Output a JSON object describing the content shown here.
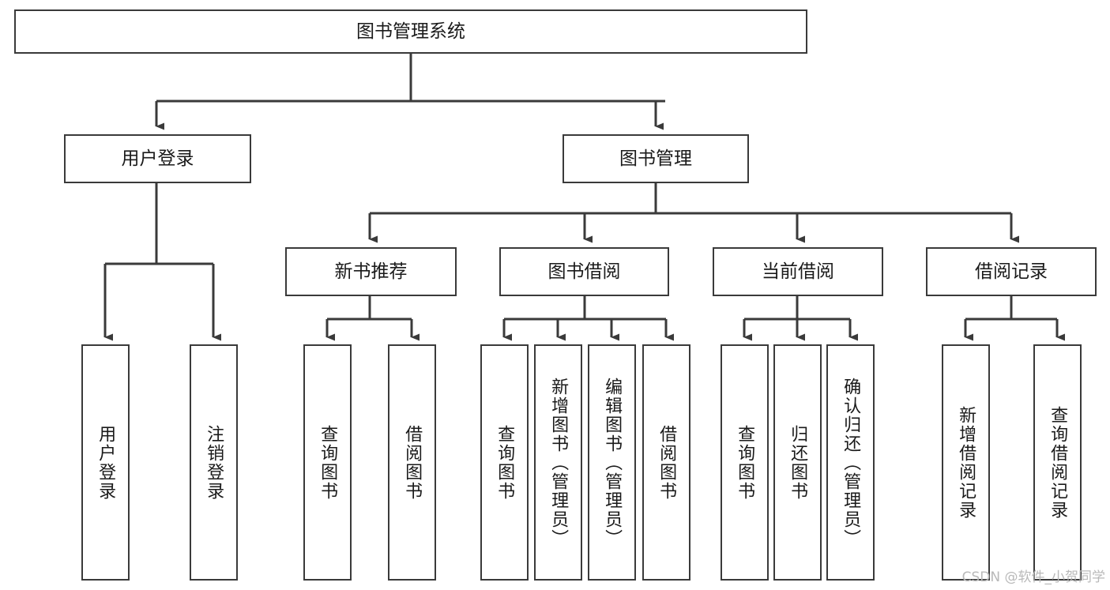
{
  "diagram": {
    "type": "tree-hierarchy-chart",
    "title": "图书管理系统",
    "orientation": "top-down",
    "box_fill": "#ffffff",
    "box_stroke": "#3a3a3a",
    "connector_color": "#3a3a3a",
    "levels": [
      {
        "level": 1,
        "nodes": [
          {
            "id": "root",
            "label": "图书管理系统",
            "text_orientation": "horizontal"
          }
        ]
      },
      {
        "level": 2,
        "nodes": [
          {
            "id": "login",
            "label": "用户登录",
            "parent": "root",
            "text_orientation": "horizontal"
          },
          {
            "id": "bookmgmt",
            "label": "图书管理",
            "parent": "root",
            "text_orientation": "horizontal"
          }
        ]
      },
      {
        "level": 3,
        "nodes": [
          {
            "id": "newbook",
            "label": "新书推荐",
            "parent": "bookmgmt",
            "text_orientation": "horizontal"
          },
          {
            "id": "borrow",
            "label": "图书借阅",
            "parent": "bookmgmt",
            "text_orientation": "horizontal"
          },
          {
            "id": "current",
            "label": "当前借阅",
            "parent": "bookmgmt",
            "text_orientation": "horizontal"
          },
          {
            "id": "record",
            "label": "借阅记录",
            "parent": "bookmgmt",
            "text_orientation": "horizontal"
          }
        ]
      },
      {
        "level": 4,
        "nodes": [
          {
            "id": "leaf-user-login",
            "label": "用户登录",
            "parent": "login",
            "text_orientation": "vertical"
          },
          {
            "id": "leaf-user-logout",
            "label": "注销登录",
            "parent": "login",
            "text_orientation": "vertical"
          },
          {
            "id": "leaf-newbook-query",
            "label": "查询图书",
            "parent": "newbook",
            "text_orientation": "vertical"
          },
          {
            "id": "leaf-newbook-borrow",
            "label": "借阅图书",
            "parent": "newbook",
            "text_orientation": "vertical"
          },
          {
            "id": "leaf-borrow-query",
            "label": "查询图书",
            "parent": "borrow",
            "text_orientation": "vertical"
          },
          {
            "id": "leaf-borrow-add",
            "label": "新增图书（管理员）",
            "parent": "borrow",
            "text_orientation": "vertical"
          },
          {
            "id": "leaf-borrow-edit",
            "label": "编辑图书（管理员）",
            "parent": "borrow",
            "text_orientation": "vertical"
          },
          {
            "id": "leaf-borrow-lend",
            "label": "借阅图书",
            "parent": "borrow",
            "text_orientation": "vertical"
          },
          {
            "id": "leaf-current-query",
            "label": "查询图书",
            "parent": "current",
            "text_orientation": "vertical"
          },
          {
            "id": "leaf-current-return",
            "label": "归还图书",
            "parent": "current",
            "text_orientation": "vertical"
          },
          {
            "id": "leaf-current-confirm",
            "label": "确认归还（管理员）",
            "parent": "current",
            "text_orientation": "vertical"
          },
          {
            "id": "leaf-record-add",
            "label": "新增借阅记录",
            "parent": "record",
            "text_orientation": "vertical"
          },
          {
            "id": "leaf-record-query",
            "label": "查询借阅记录",
            "parent": "record",
            "text_orientation": "vertical"
          }
        ]
      }
    ]
  },
  "watermark": {
    "text": "CSDN @软件_小贺同学"
  }
}
